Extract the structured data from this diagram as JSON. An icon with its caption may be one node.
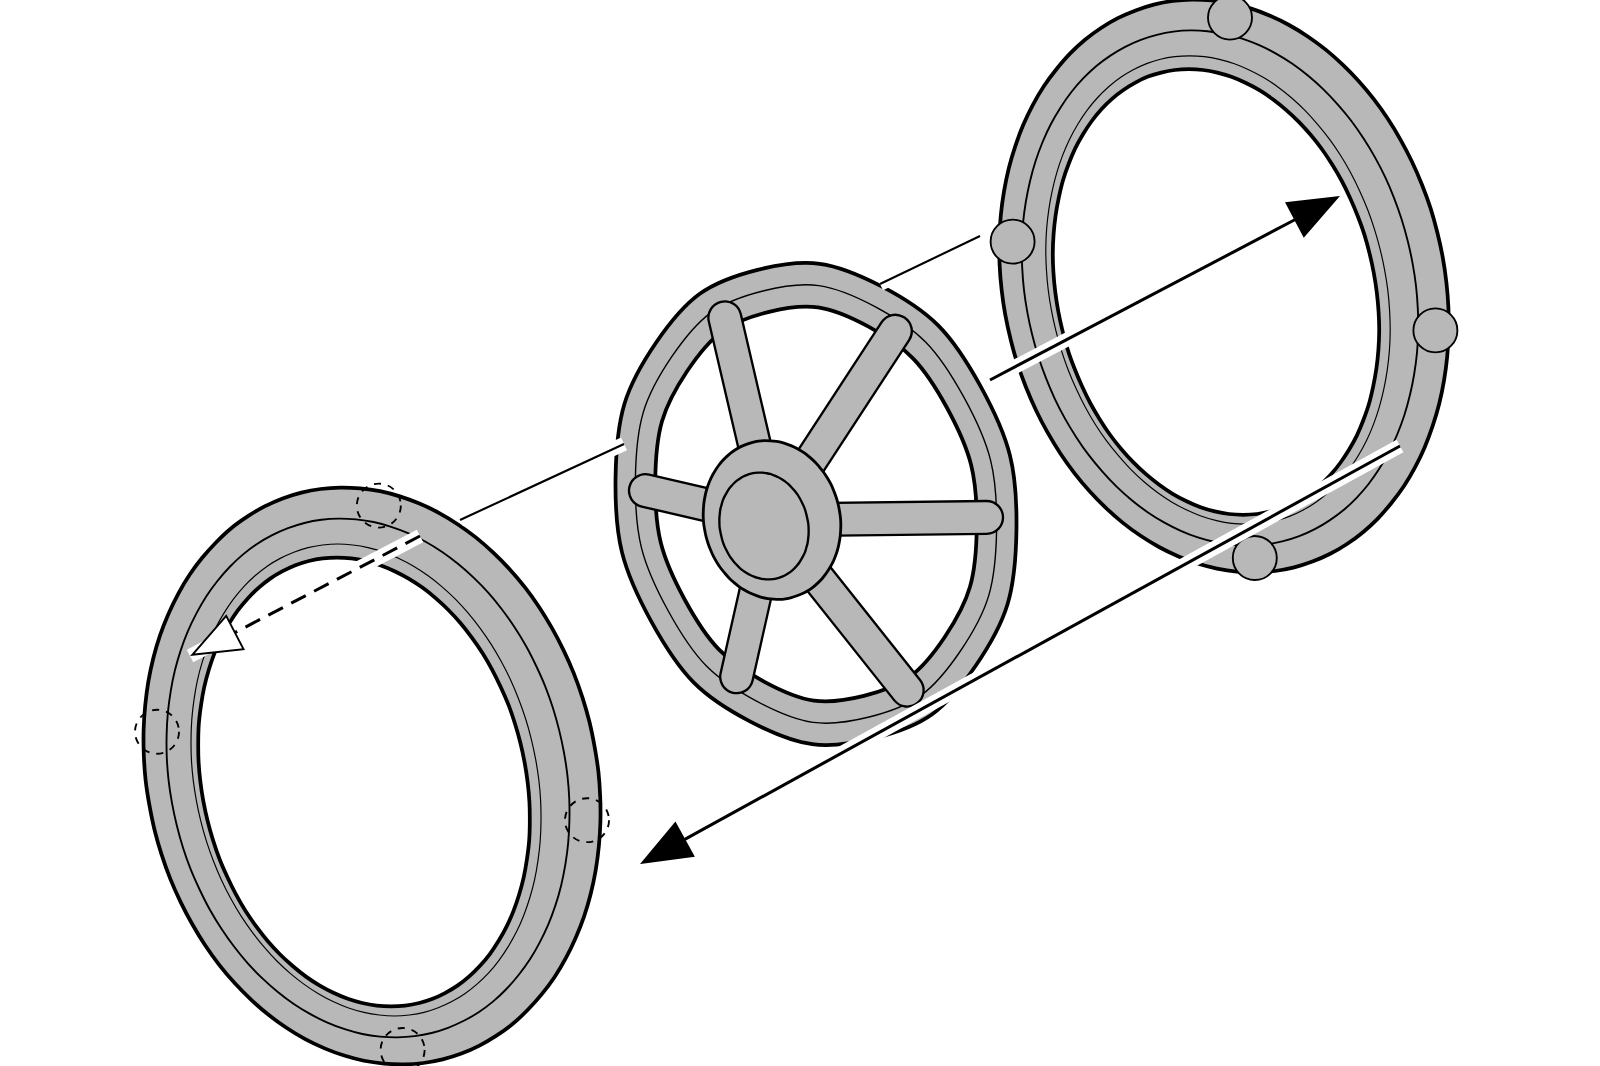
{
  "diagram": {
    "nodes": [
      {
        "text": [],
        "shape": "picture"
      },
      {
        "text": [],
        "shape": "picture"
      },
      {
        "text": [],
        "shape": "picture"
      }
    ],
    "edges": [
      {
        "from": 1,
        "to": 2,
        "arrow": "to"
      },
      {
        "from": 2,
        "to": 0,
        "arrow": "to"
      },
      {
        "from": 0,
        "to": 1,
        "arrow": "none"
      },
      {
        "from": 1,
        "to": 2,
        "arrow": "none"
      }
    ]
  }
}
